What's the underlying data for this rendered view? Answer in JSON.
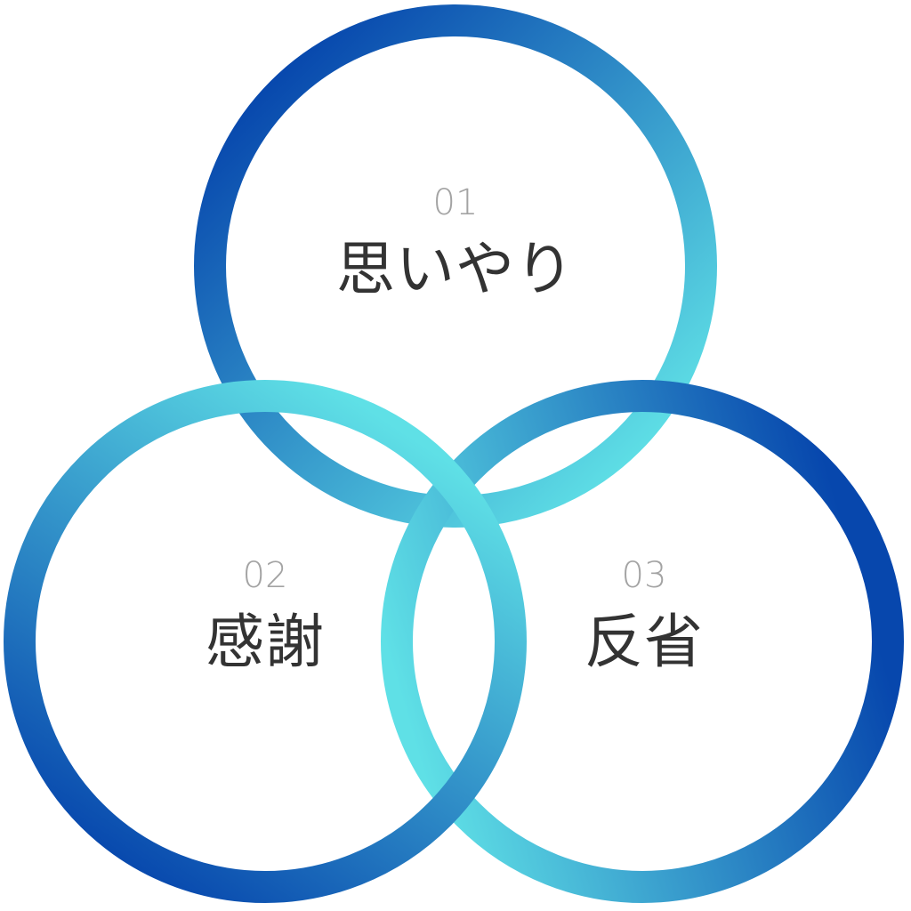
{
  "diagram": {
    "type": "venn-rings",
    "colors": {
      "deep_blue": "#0747ad",
      "mid_blue": "#2f8fc9",
      "cyan": "#5fe0e6",
      "number_text": "#a3a3a3",
      "title_text": "#333333"
    },
    "circles": [
      {
        "id": "c1",
        "number": "01",
        "title": "思いやり"
      },
      {
        "id": "c2",
        "number": "02",
        "title": "感謝"
      },
      {
        "id": "c3",
        "number": "03",
        "title": "反省"
      }
    ]
  }
}
